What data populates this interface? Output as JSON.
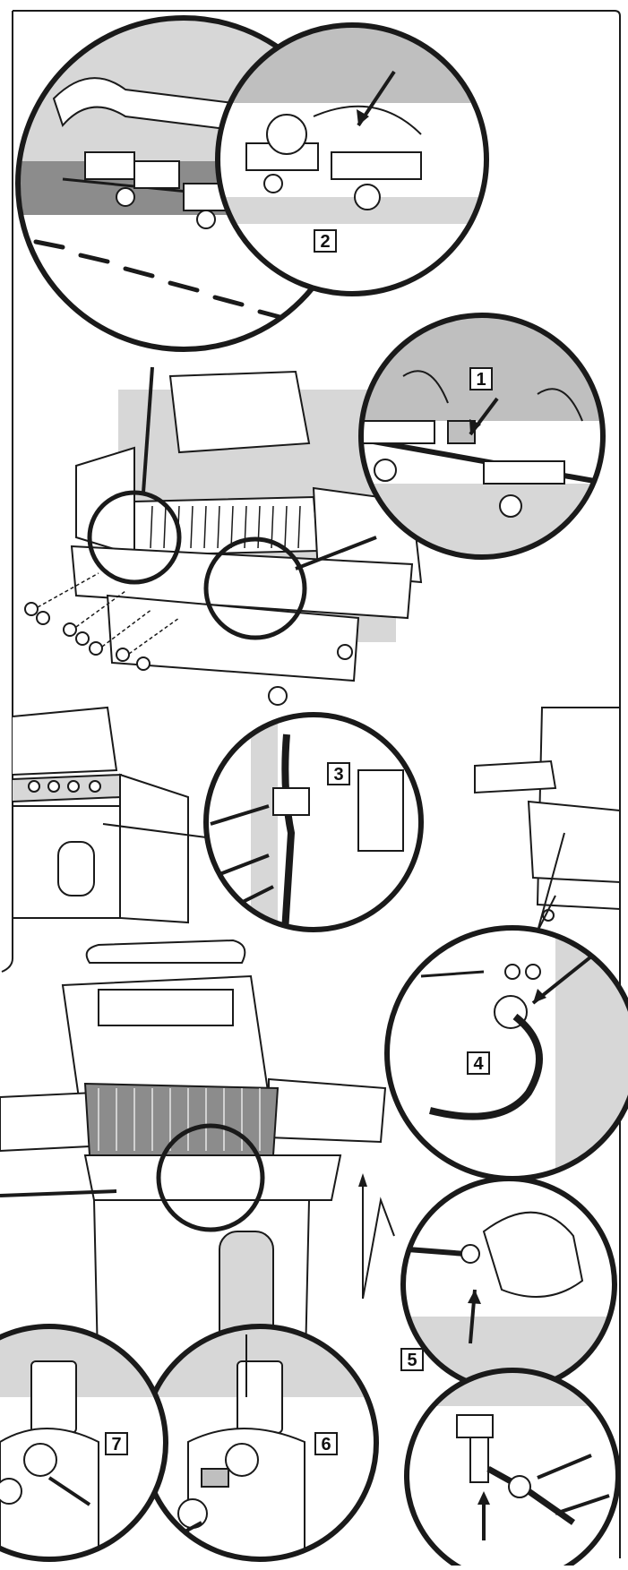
{
  "diagram": {
    "step_labels": [
      "1",
      "2",
      "3",
      "4",
      "5",
      "6",
      "7"
    ]
  },
  "colors": {
    "line": "#1a1a1a",
    "panel_gray": "#bfbfbf",
    "mid_gray": "#d7d7d7",
    "dark_gray": "#8c8c8c",
    "background": "#ffffff"
  }
}
